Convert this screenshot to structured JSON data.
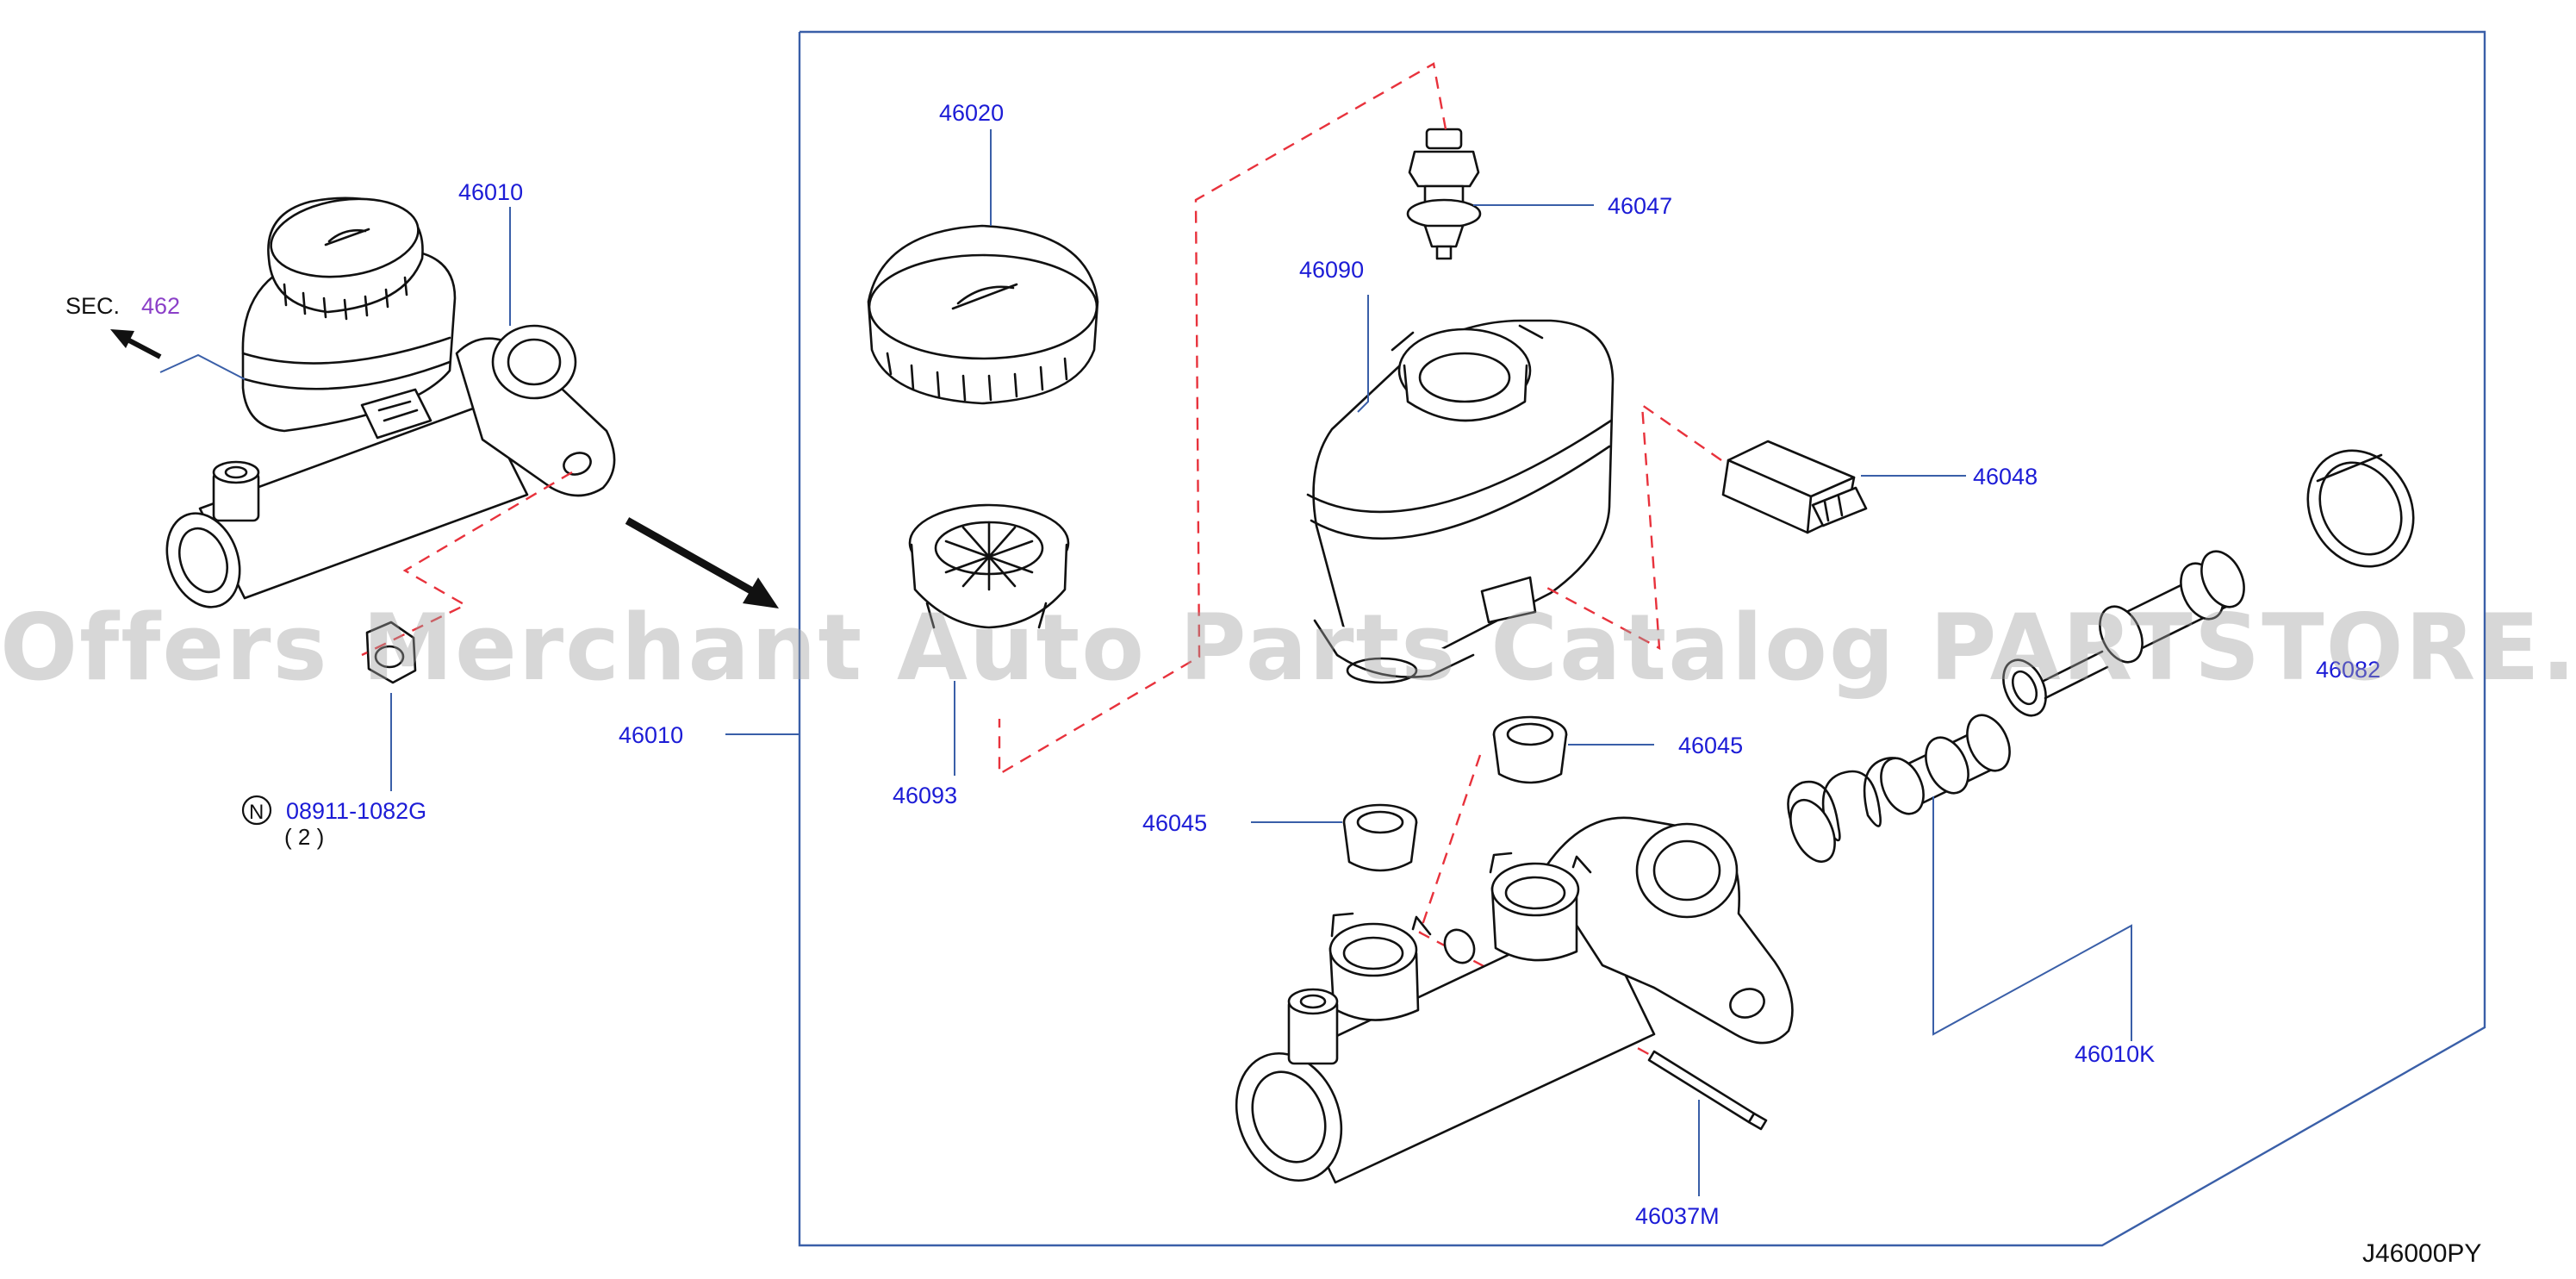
{
  "diagram": {
    "code": "J46000PY",
    "section_prefix": "SEC.",
    "section_ref": "462",
    "fastener_marker": "N",
    "fastener_part": "08911-1082G",
    "fastener_qty": "( 2 )",
    "watermark": "Offers Merchant Auto Parts Catalog PARTSTORE.SA",
    "colors": {
      "part_number": "#1c1cd6",
      "section_ref": "#8b3fc8",
      "leader": "#3a5fa8",
      "phantom_line": "#e8323c",
      "line_art": "#111111"
    }
  },
  "parts": {
    "p46010_top": "46010",
    "p46010_left": "46010",
    "p46020": "46020",
    "p46047": "46047",
    "p46090": "46090",
    "p46048": "46048",
    "p46093": "46093",
    "p46045_right": "46045",
    "p46045_left": "46045",
    "p46082": "46082",
    "p46010K": "46010K",
    "p46037M": "46037M"
  }
}
